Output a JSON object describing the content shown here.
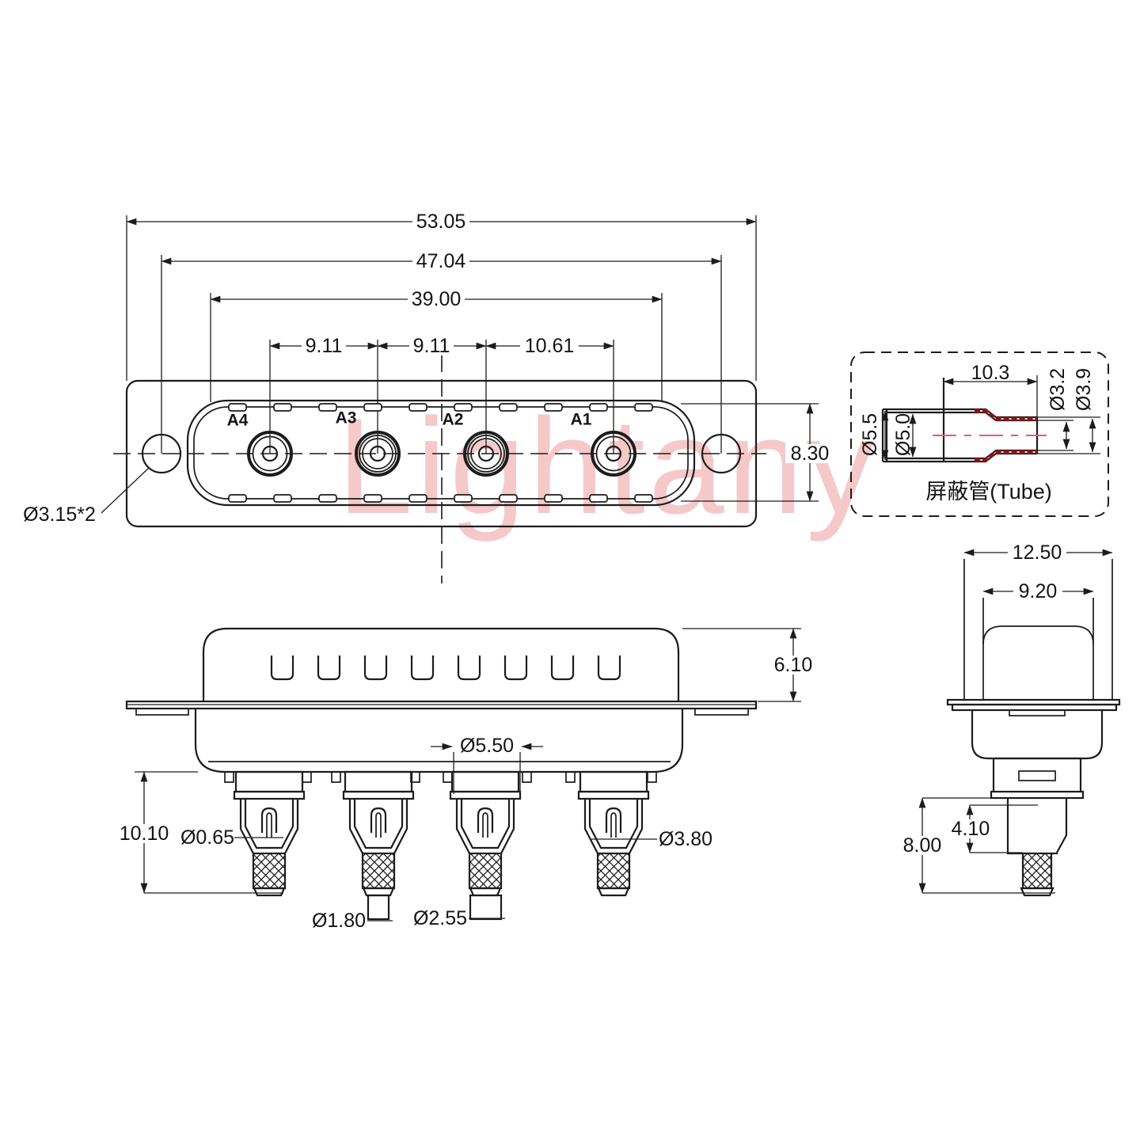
{
  "watermark": {
    "text": "Lightany"
  },
  "front_view": {
    "labels": {
      "overall_width": "53.05",
      "mount_hole_pitch": "47.04",
      "shroud_width": "39.00",
      "pitch_a4_a3": "9.11",
      "pitch_a3_a2": "9.11",
      "pitch_a2_a1": "10.61",
      "shroud_height": "8.30",
      "mount_hole_dia": "Ø3.15*2"
    },
    "contacts": {
      "a4": "A4",
      "a3": "A3",
      "a2": "A2",
      "a1": "A1"
    }
  },
  "tube_view": {
    "title": "屏蔽管(Tube)",
    "labels": {
      "sleeve_length": "10.3",
      "small_inner_dia": "Ø3.2",
      "small_outer_dia": "Ø3.9",
      "big_outer_dia": "Ø5.5",
      "big_inner_dia": "Ø5.0"
    }
  },
  "side_view": {
    "labels": {
      "insert_height": "6.10",
      "tail_length": "10.10",
      "pin_dia": "Ø0.65",
      "barrel_dia": "Ø5.50",
      "socket_dia": "Ø3.80",
      "crimp_small_dia": "Ø1.80",
      "crimp_large_dia": "Ø2.55"
    }
  },
  "profile_view": {
    "labels": {
      "shell_depth": "12.50",
      "shroud_depth": "9.20",
      "tail_length": "8.00",
      "step_length": "4.10"
    }
  }
}
